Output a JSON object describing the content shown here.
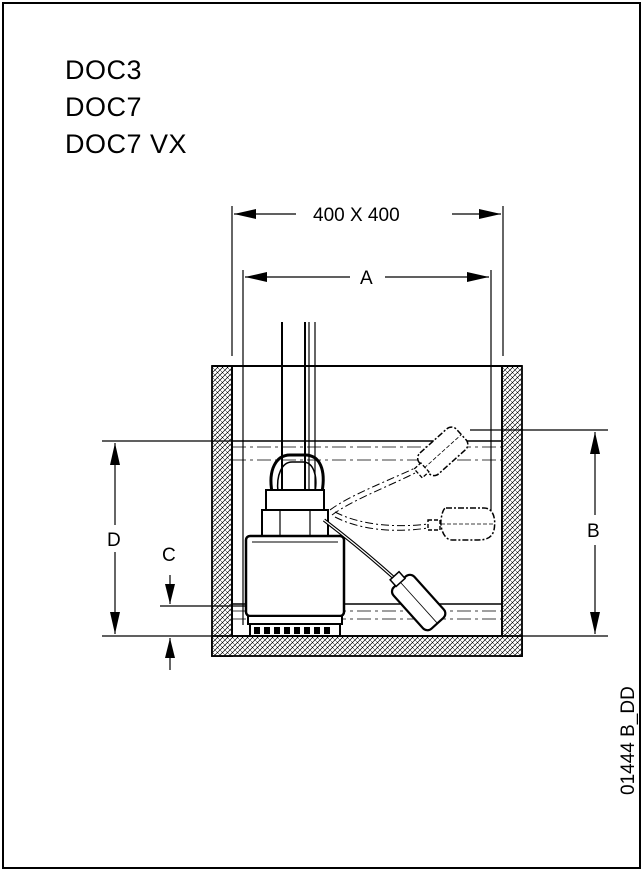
{
  "models": [
    "DOC3",
    "DOC7",
    "DOC7 VX"
  ],
  "dimensions": {
    "overall": "400  X  400",
    "a": "A",
    "b": "B",
    "c": "C",
    "d": "D"
  },
  "drawing_code": "01444 B_DD"
}
